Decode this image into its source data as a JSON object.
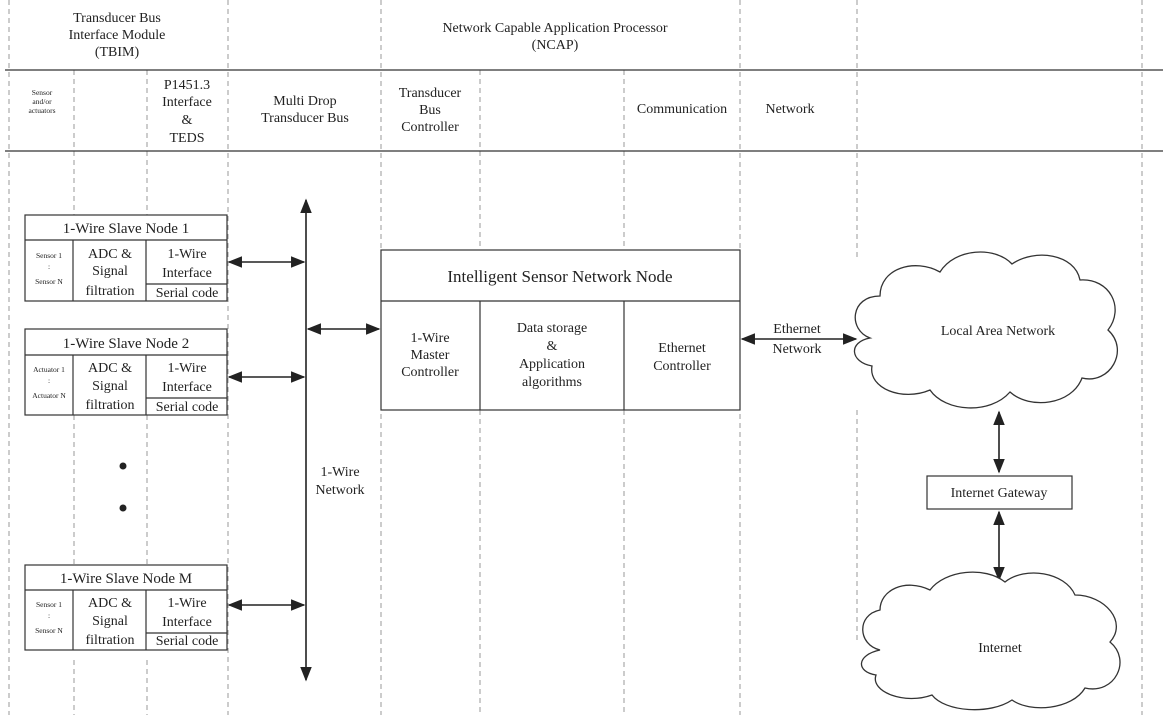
{
  "headers": {
    "tbim": [
      "Transducer Bus",
      "Interface Module",
      "(TBIM)"
    ],
    "ncap": [
      "Network Capable Application Processor",
      "(NCAP)"
    ]
  },
  "columns": {
    "sensors": [
      "Sensor",
      "and/or",
      "actuators"
    ],
    "p1451": [
      "P1451.3",
      "Interface",
      "&",
      "TEDS"
    ],
    "multidrop": [
      "Multi Drop",
      "Transducer Bus"
    ],
    "tbc": [
      "Transducer",
      "Bus",
      "Controller"
    ],
    "communication": "Communication",
    "network": "Network"
  },
  "slave_nodes": [
    {
      "title": "1-Wire Slave Node 1",
      "io_first": "Sensor 1",
      "io_last": "Sensor N",
      "adc": [
        "ADC &",
        "Signal",
        "filtration"
      ],
      "iface": [
        "1-Wire",
        "Interface"
      ],
      "serial": "Serial code"
    },
    {
      "title": "1-Wire Slave Node 2",
      "io_first": "Actuator 1",
      "io_last": "Actuator N",
      "adc": [
        "ADC &",
        "Signal",
        "filtration"
      ],
      "iface": [
        "1-Wire",
        "Interface"
      ],
      "serial": "Serial code"
    },
    {
      "title": "1-Wire Slave Node M",
      "io_first": "Sensor 1",
      "io_last": "Sensor N",
      "adc": [
        "ADC &",
        "Signal",
        "filtration"
      ],
      "iface": [
        "1-Wire",
        "Interface"
      ],
      "serial": "Serial code"
    }
  ],
  "bus_label": [
    "1-Wire",
    "Network"
  ],
  "node": {
    "title": "Intelligent Sensor Network Node",
    "master": [
      "1-Wire",
      "Master",
      "Controller"
    ],
    "storage": [
      "Data storage",
      "&",
      "Application",
      "algorithms"
    ],
    "ethernet": [
      "Ethernet",
      "Controller"
    ]
  },
  "ethernet_link": [
    "Ethernet",
    "Network"
  ],
  "lan": "Local Area Network",
  "gateway": "Internet Gateway",
  "internet": "Internet",
  "colors": {
    "line": "#333333",
    "dash": "#9a9a9a",
    "text": "#222222"
  }
}
